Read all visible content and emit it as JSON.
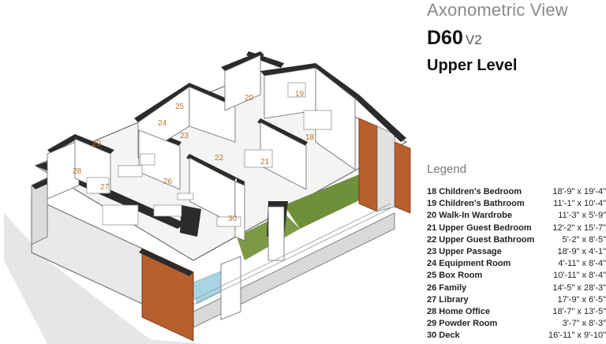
{
  "header": {
    "subtitle": "Axonometric View",
    "model": "D60",
    "version": "V2",
    "level": "Upper Level"
  },
  "legend": {
    "title": "Legend",
    "items": [
      {
        "name": "18 Children's Bedroom",
        "dim": "18'-9\" x 19'-4\""
      },
      {
        "name": "19 Children's Bathroom",
        "dim": "11'-1\" x 10'-4\""
      },
      {
        "name": "20 Walk-In Wardrobe",
        "dim": "11'-3\" x 5'-9\""
      },
      {
        "name": "21 Upper Guest Bedroom",
        "dim": "12'-2\" x 15'-7\""
      },
      {
        "name": "22 Upper Guest Bathroom",
        "dim": "5'-2\" x 8'-5\""
      },
      {
        "name": "23 Upper Passage",
        "dim": "18'-9\" x 4'-1\""
      },
      {
        "name": "24 Equipment Room",
        "dim": "4'-11\" x 8'-4\""
      },
      {
        "name": "25 Box Room",
        "dim": "10'-11\" x 8'-4\""
      },
      {
        "name": "26 Family",
        "dim": "14'-5\" x 28'-3\""
      },
      {
        "name": "27 Library",
        "dim": "17'-9\" x 6'-5\""
      },
      {
        "name": "28 Home Office",
        "dim": "18'-7\" x 13'-5\""
      },
      {
        "name": "29 Powder Room",
        "dim": "3'-7\" x 8'-3\""
      },
      {
        "name": "30 Deck",
        "dim": "16'-11\" x 9'-10\""
      }
    ]
  },
  "plan": {
    "rooms": [
      "18",
      "19",
      "20",
      "21",
      "22",
      "23",
      "24",
      "25",
      "26",
      "27",
      "28",
      "29",
      "30"
    ],
    "colors": {
      "brick": "#b85f2e",
      "lawn": "#6f8f3a",
      "pool": "#a8d4e6",
      "wall": "#2b2b2b",
      "floor": "#f7f7f5",
      "label": "#b8762f"
    }
  }
}
